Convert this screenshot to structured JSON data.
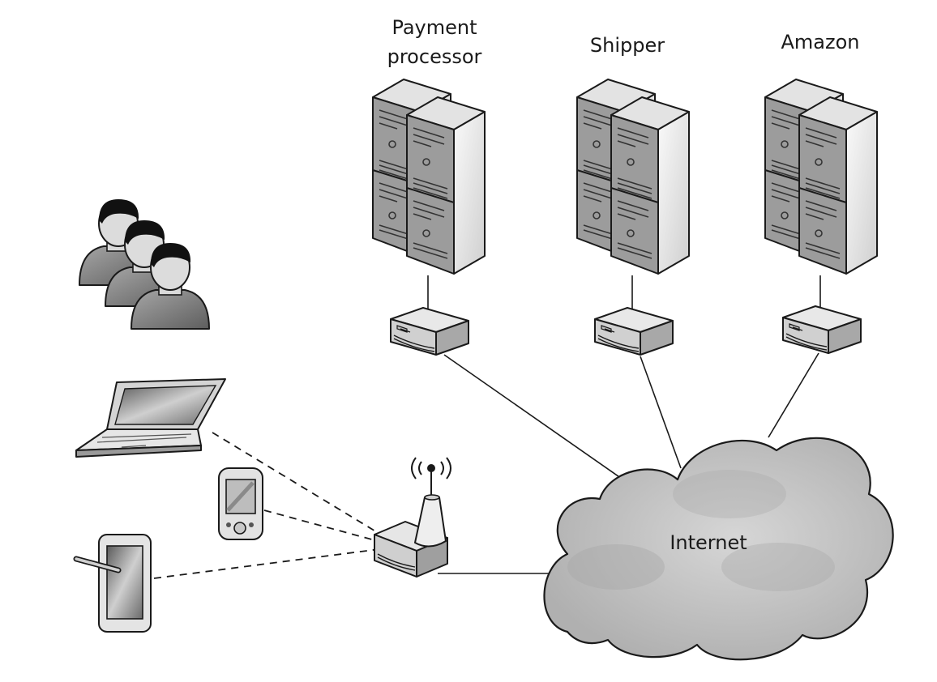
{
  "labels": {
    "payment_line1": "Payment",
    "payment_line2": "processor",
    "shipper": "Shipper",
    "amazon": "Amazon",
    "internet": "Internet"
  },
  "colors": {
    "stroke": "#1a1a1a",
    "cloud": "#c4c4c4",
    "server_front": "#f2f2f2",
    "server_side": "#9c9c9c",
    "person_shirt": "#8a8a8a",
    "hair": "#111111"
  },
  "nodes": [
    {
      "name": "Payment processor",
      "kind": "server-cluster"
    },
    {
      "name": "Shipper",
      "kind": "server-cluster"
    },
    {
      "name": "Amazon",
      "kind": "server-cluster"
    },
    {
      "name": "Internet",
      "kind": "cloud"
    },
    {
      "name": "users",
      "kind": "people-group"
    },
    {
      "name": "laptop",
      "kind": "client-device"
    },
    {
      "name": "pda",
      "kind": "client-device"
    },
    {
      "name": "tablet",
      "kind": "client-device"
    },
    {
      "name": "wireless-router",
      "kind": "access-point"
    }
  ],
  "edges": [
    {
      "from": "Payment processor",
      "to": "Internet",
      "style": "solid"
    },
    {
      "from": "Shipper",
      "to": "Internet",
      "style": "solid"
    },
    {
      "from": "Amazon",
      "to": "Internet",
      "style": "solid"
    },
    {
      "from": "wireless-router",
      "to": "Internet",
      "style": "solid"
    },
    {
      "from": "laptop",
      "to": "wireless-router",
      "style": "dashed"
    },
    {
      "from": "pda",
      "to": "wireless-router",
      "style": "dashed"
    },
    {
      "from": "tablet",
      "to": "wireless-router",
      "style": "dashed"
    }
  ]
}
